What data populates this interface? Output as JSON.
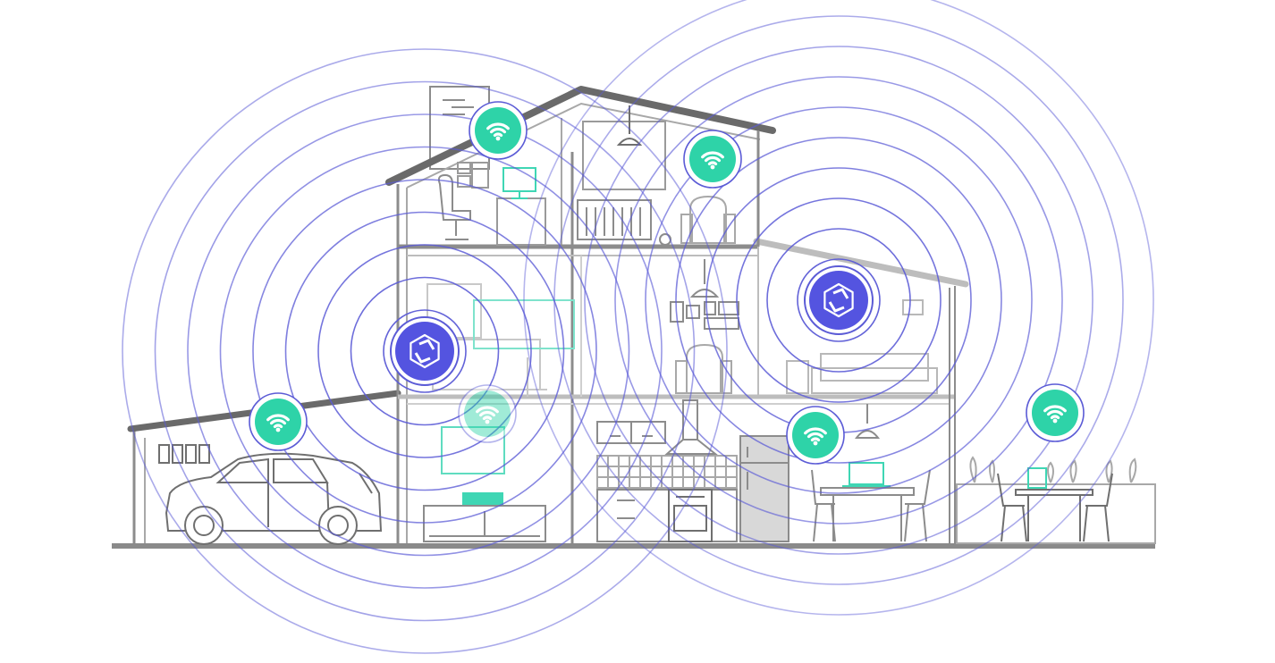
{
  "colors": {
    "background": "#ffffff",
    "house_line": "#a8a8a8",
    "house_dark": "#6f6f6f",
    "roof": "#6a6a6a",
    "signal_ring": "#5b5bd6",
    "router_fill": "#5454e0",
    "wifi_fill": "#2ed3a8",
    "wifi_glyph": "#ffffff",
    "device_accent": "#3fd6b4"
  },
  "routers": [
    {
      "id": "router-left",
      "icon": "mesh-router-logo-icon",
      "rings": 9
    },
    {
      "id": "router-right",
      "icon": "mesh-router-logo-icon",
      "rings": 10
    }
  ],
  "wifi_nodes": [
    {
      "id": "wifi-node-attic",
      "icon": "wifi-icon"
    },
    {
      "id": "wifi-node-nursery",
      "icon": "wifi-icon"
    },
    {
      "id": "wifi-node-garage",
      "icon": "wifi-icon"
    },
    {
      "id": "wifi-node-living-room",
      "icon": "wifi-icon",
      "faded": true
    },
    {
      "id": "wifi-node-dining",
      "icon": "wifi-icon"
    },
    {
      "id": "wifi-node-patio",
      "icon": "wifi-icon"
    }
  ]
}
